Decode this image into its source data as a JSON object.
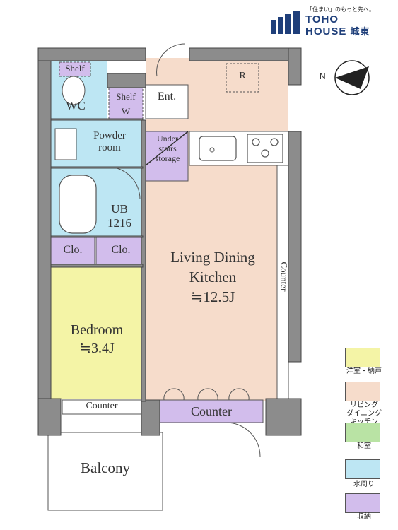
{
  "brand": {
    "tagline": "「住まい」のもっと先へ。",
    "name_line1": "TOHO",
    "name_line2": "HOUSE",
    "region": "城東"
  },
  "compass": {
    "label": "N"
  },
  "rooms": {
    "shelf_wc": "Shelf",
    "wc": "WC",
    "shelf_w": "Shelf",
    "w": "W",
    "entrance": "Ent.",
    "refrigerator": "R",
    "powder_room_1": "Powder",
    "powder_room_2": "room",
    "under_stairs_1": "Under",
    "under_stairs_2": "stairs",
    "under_stairs_3": "storage",
    "unit_bath_1": "UB",
    "unit_bath_2": "1216",
    "closet_left": "Clo.",
    "closet_right": "Clo.",
    "ldk_1": "Living Dining",
    "ldk_2": "Kitchen",
    "ldk_3": "≒12.5J",
    "counter_side": "Counter",
    "bedroom_1": "Bedroom",
    "bedroom_2": "≒3.4J",
    "counter_balcony": "Counter",
    "counter_main": "Counter",
    "balcony": "Balcony"
  },
  "legend": [
    {
      "label": "洋室・納戸",
      "color": "#f4f4a6"
    },
    {
      "label": "リビング\nダイニング\nキッチン",
      "color": "#f6dccb"
    },
    {
      "label": "和室",
      "color": "#b9e3a4"
    },
    {
      "label": "水周り",
      "color": "#bde6f3"
    },
    {
      "label": "収納",
      "color": "#d2bdec"
    }
  ],
  "colors": {
    "wall": "#8c8c8c",
    "ldk": "#f6dccb",
    "bedroom": "#f4f4a6",
    "water": "#bde6f3",
    "storage": "#d2bdec",
    "brand": "#1f3f7a"
  }
}
